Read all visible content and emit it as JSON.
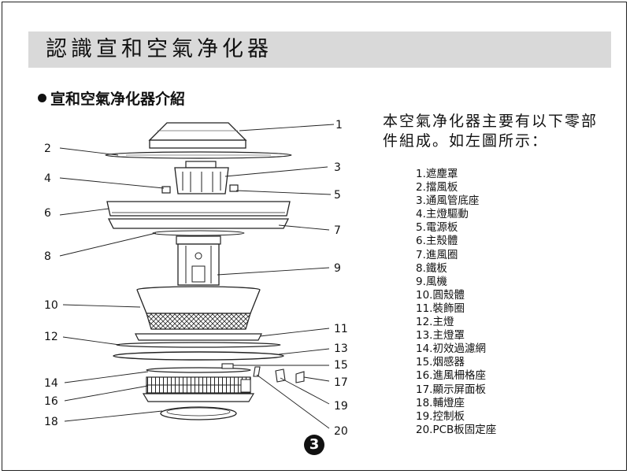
{
  "header": {
    "title": "認識宣和空氣净化器"
  },
  "section": {
    "heading": "宣和空氣净化器介紹"
  },
  "intro": {
    "line1": "本空氣净化器主要有以下零部",
    "line2": "件組成。如左圖所示："
  },
  "parts": [
    "1.遮塵罩",
    "2.擋風板",
    "3.通風管底座",
    "4.主燈驅動",
    "5.電源板",
    "6.主殼體",
    "7.進風圈",
    "8.鐵板",
    "9.風機",
    "10.圓殼體",
    "11.裝飾圈",
    "12.主燈",
    "13.主燈罩",
    "14.初效過濾網",
    "15.烟感器",
    "16.進風柵格座",
    "17.顯示屏面板",
    "18.輔燈座",
    "19.控制板",
    "20.PCB板固定座"
  ],
  "callouts": [
    "1",
    "2",
    "3",
    "4",
    "5",
    "6",
    "7",
    "8",
    "9",
    "10",
    "11",
    "12",
    "13",
    "14",
    "15",
    "16",
    "17",
    "18",
    "19",
    "20"
  ],
  "page_number": "3"
}
